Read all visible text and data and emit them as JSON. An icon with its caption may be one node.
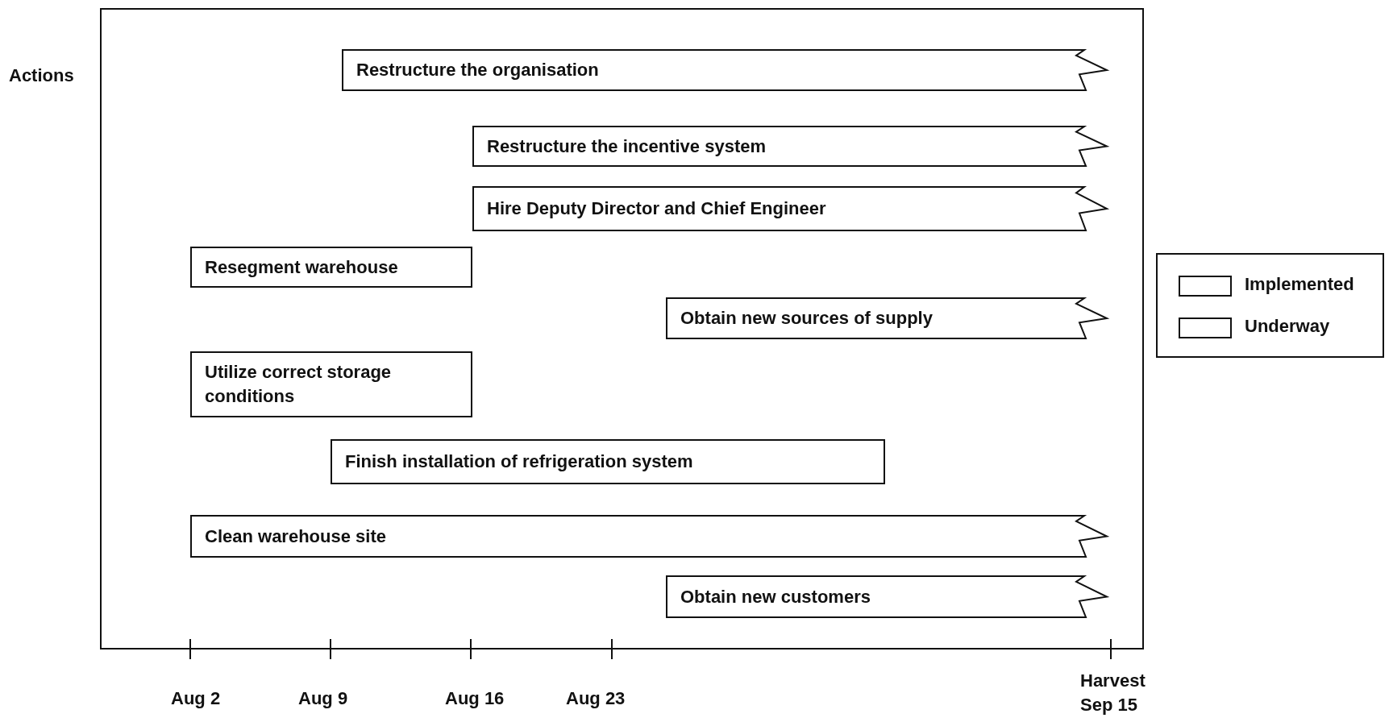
{
  "diagram": {
    "nodes": [
      {
        "text": [
          "Restructure the organisation"
        ]
      },
      {
        "text": [
          "Restructure the incentive system"
        ]
      },
      {
        "text": [
          "Hire Deputy Director and Chief Engineer"
        ]
      },
      {
        "text": [
          "Resegment warehouse"
        ]
      },
      {
        "text": [
          "Obtain new sources of supply"
        ]
      },
      {
        "text": [
          "Utilize correct storage conditions"
        ]
      },
      {
        "text": [
          "Finish installation of refrigeration system"
        ]
      },
      {
        "text": [
          "Clean warehouse site"
        ]
      },
      {
        "text": [
          "Obtain new customers"
        ]
      }
    ],
    "edges": [],
    "labels": [
      "Actions",
      "Aug 2",
      "Aug 9",
      "Aug 16",
      "Aug 23",
      "Harvest Sep 15"
    ],
    "legend": [
      {
        "text": "Implemented"
      },
      {
        "text": "Underway"
      }
    ]
  }
}
